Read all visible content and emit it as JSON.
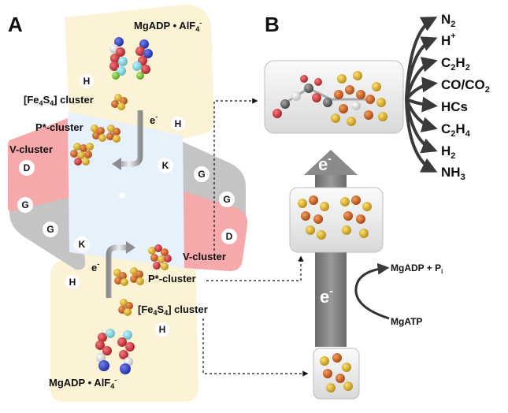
{
  "panel_a": {
    "letter": "A",
    "top_complex": {
      "nucleotide": "MgADP • AlF4-",
      "h_left": "H",
      "h_right": "H",
      "fe4s4": "[Fe4S4] cluster",
      "p_cluster": "P*-cluster",
      "v_cluster": "V-cluster",
      "d_left": "D",
      "k_right": "K",
      "electron": "e-"
    },
    "center_badges": {
      "g1": "G",
      "g2": "G",
      "g3": "G",
      "g4": "G",
      "k_left": "K",
      "d_right": "D"
    },
    "bottom_complex": {
      "v_cluster": "V-cluster",
      "p_cluster": "P*-cluster",
      "fe4s4": "[Fe4S4] cluster",
      "h_left": "H",
      "h_right": "H",
      "electron": "e-",
      "nucleotide": "MgADP • AlF4-"
    }
  },
  "panel_b": {
    "letter": "B",
    "big_arrow_electron": "e-",
    "lower_arrow_electron": "e-",
    "mgadp_pi": "MgADP + Pi",
    "mgatp": "MgATP",
    "products": [
      "N2",
      "H+",
      "C2H2",
      "CO/CO2",
      "HCs",
      "C2H4",
      "H2",
      "NH3"
    ]
  },
  "colors": {
    "cream": "#fcf3d6",
    "pink": "#f6a9aa",
    "light_blue": "#e7f1fc",
    "gray_band": "#c4c4c4",
    "fe": "#c8581e",
    "sulfur": "#e6b521",
    "oxygen": "#d9373d",
    "carbon": "#6c6c6c"
  }
}
